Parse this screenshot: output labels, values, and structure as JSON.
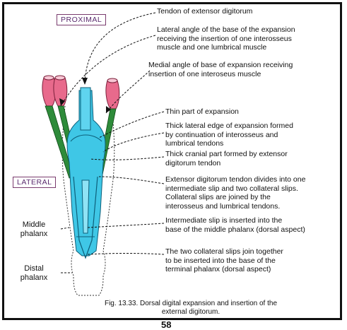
{
  "tags": {
    "proximal": "PROXIMAL",
    "lateral": "LATERAL"
  },
  "side_labels": {
    "middle_phalanx": "Middle\nphalanx",
    "distal_phalanx": "Distal\nphalanx"
  },
  "callouts": [
    "Tendon of extensor digitorum",
    "Lateral angle of the base of the expansion\nreceiving the insertion of one interosseus\nmuscle and one lumbrical muscle",
    "Medial angle of base of expansion receiving\ninsertion of one interoseus muscle",
    "Thin part of expansion",
    "Thick lateral edge of expansion formed\nby continuation of interosseus and\nlumbrical tendons",
    "Thick cranial part formed by extensor\ndigitorum tendon",
    "Extensor digitorum tendon divides into one\nintermediate slip and two collateral slips.\nCollateral slips are joined by the\ninterosseus and lumbrical tendons.",
    "Intermediate slip is inserted into the\nbase of the middle phalanx (dorsal aspect)",
    "The two collateral slips join together\nto be inserted into the base of the\nterminal phalanx (dorsal aspect)"
  ],
  "caption": "Fig. 13.33. Dorsal digital expansion and insertion of the\nexternal digitorum.",
  "page_number": "58",
  "colors": {
    "tendon_cyan": "#3fc7e6",
    "muscle_green": "#2e8b3a",
    "muscle_pink": "#e86a8c",
    "tag_purple": "#5a2b6e"
  }
}
